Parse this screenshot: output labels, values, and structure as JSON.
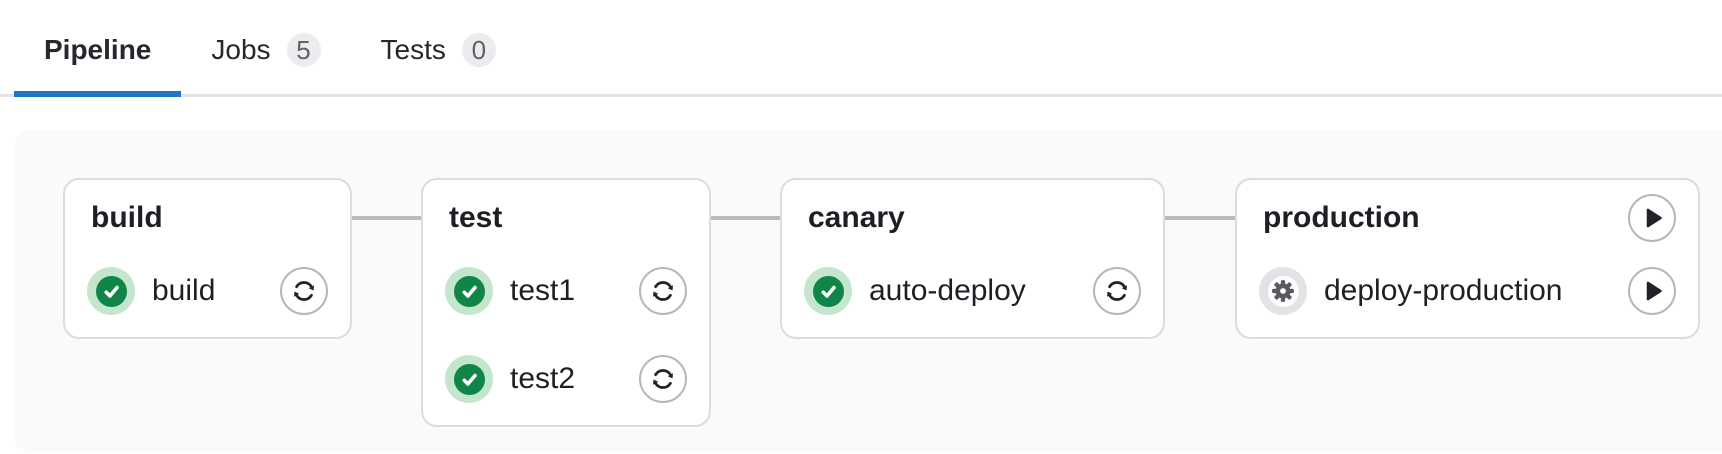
{
  "tabs": {
    "items": [
      {
        "label": "Pipeline",
        "active": true
      },
      {
        "label": "Jobs",
        "badge": "5",
        "active": false
      },
      {
        "label": "Tests",
        "badge": "0",
        "active": false
      }
    ]
  },
  "pipeline": {
    "stages": [
      {
        "name": "build",
        "jobs": [
          {
            "name": "build",
            "status": "success",
            "status_icon": "status-success-check-icon",
            "action": "retry",
            "action_icon": "retry-icon"
          }
        ]
      },
      {
        "name": "test",
        "jobs": [
          {
            "name": "test1",
            "status": "success",
            "status_icon": "status-success-check-icon",
            "action": "retry",
            "action_icon": "retry-icon"
          },
          {
            "name": "test2",
            "status": "success",
            "status_icon": "status-success-check-icon",
            "action": "retry",
            "action_icon": "retry-icon"
          }
        ]
      },
      {
        "name": "canary",
        "jobs": [
          {
            "name": "auto-deploy",
            "status": "success",
            "status_icon": "status-success-check-icon",
            "action": "retry",
            "action_icon": "retry-icon"
          }
        ]
      },
      {
        "name": "production",
        "header_action": {
          "action": "play",
          "action_icon": "play-icon"
        },
        "jobs": [
          {
            "name": "deploy-production",
            "status": "manual",
            "status_icon": "status-manual-gear-icon",
            "action": "play",
            "action_icon": "play-icon"
          }
        ]
      }
    ]
  },
  "colors": {
    "accent_blue": "#1f75cb",
    "success_green": "#108548",
    "success_halo_green": "#c3e6cd",
    "manual_halo_gray": "#e3e3e7",
    "connector_gray": "#b9b9be",
    "card_border_gray": "#dcdcde",
    "graph_background": "#fafafb",
    "badge_background": "#ececef",
    "text_dark": "#1f1e24"
  }
}
